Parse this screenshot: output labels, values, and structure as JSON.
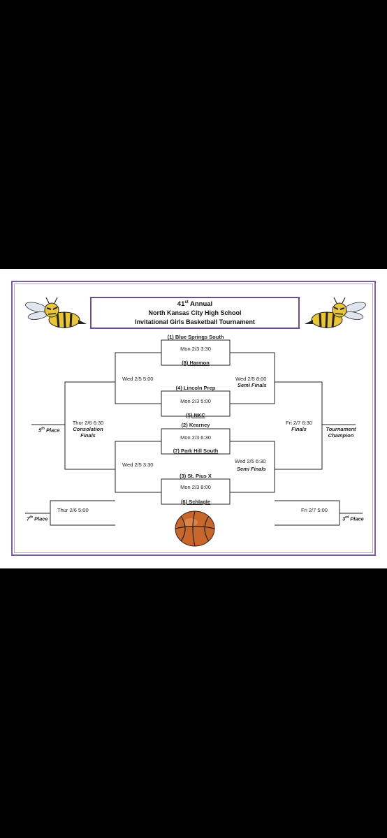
{
  "header": {
    "line1_num": "41",
    "line1_sup": "st",
    "line1_rest": " Annual",
    "line2": "North Kansas City High School",
    "line3": "Invitational Girls Basketball Tournament"
  },
  "teams": {
    "t1": "(1) Blue Springs South",
    "t8": "(8) Harmon",
    "t4": "(4) Lincoln Prep",
    "t5": "(5) NKC",
    "t2": "(2) Kearney",
    "t7": "(7) Park Hill South",
    "t3": "(3) St. Pius X",
    "t6": "(6) Schlagle"
  },
  "games": {
    "g1": "Mon 2/3 3:30",
    "g2": "Mon 2/3 5:00",
    "g3": "Mon 2/3 6:30",
    "g4": "Mon 2/3 8:00",
    "semi_top_left": "Wed 2/5 5:00",
    "semi_top_right": "Wed 2/5 8:00",
    "semi_top_right_label": "Semi Finals",
    "semi_bot_left": "Wed 2/5 3:30",
    "semi_bot_right": "Wed 2/5 6:30",
    "semi_bot_right_label": "Semi Finals",
    "consolation_time": "Thur 2/6 6:30",
    "consolation_label1": "Consolation",
    "consolation_label2": "Finals",
    "finals_time": "Fri 2/7 6:30",
    "finals_label": "Finals",
    "seventh_time": "Thur 2/6 5:00",
    "third_time": "Fri 2/7 5:00"
  },
  "places": {
    "fifth_num": "5",
    "fifth_sup": "th",
    "fifth_rest": " Place",
    "seventh_num": "7",
    "seventh_sup": "th",
    "seventh_rest": " Place",
    "third_num": "3",
    "third_sup": "rd",
    "third_rest": " Place",
    "champion1": "Tournament",
    "champion2": "Champion"
  },
  "icons": [
    "hornet-mascot-icon",
    "basketball-icon"
  ],
  "colors": {
    "frame": "#7b5c9e",
    "mascot_yellow": "#e8c43a",
    "ball_orange": "#c8662b"
  }
}
